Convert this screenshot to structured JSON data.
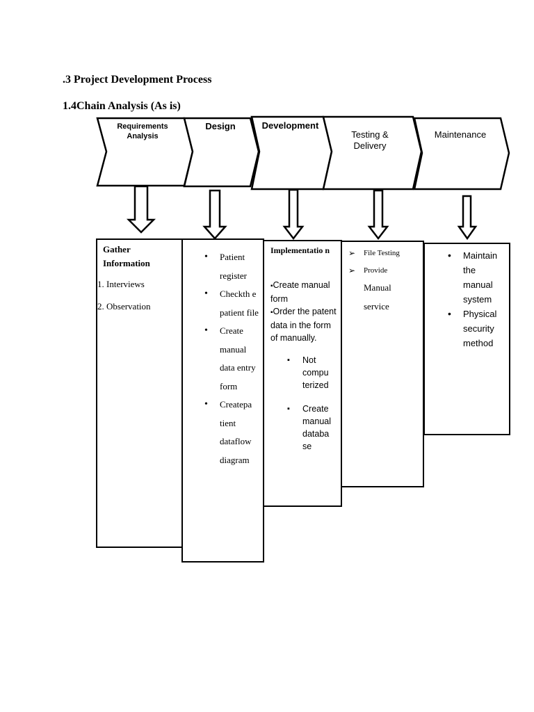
{
  "headings": {
    "section": ".3 Project Development Process",
    "subsection": "1.4Chain Analysis (As is)"
  },
  "stages": [
    {
      "label": "Requirements Analysis"
    },
    {
      "label": "Design"
    },
    {
      "label": "Development"
    },
    {
      "label": "Testing & Delivery"
    },
    {
      "label": "Maintenance"
    }
  ],
  "boxes": {
    "requirements": {
      "title": "Gather Information",
      "items": [
        "1. Interviews",
        "2. Observation"
      ]
    },
    "design": {
      "items": [
        "Patient register",
        "Checkth e patient file",
        "Create manual data entry form",
        "Createpa tient dataflow diagram"
      ]
    },
    "development": {
      "title": "Implementatio n",
      "items": [
        "Create manual form",
        "Order the patent data in the form of manually."
      ],
      "subitems": [
        "Not compu terized",
        "Create manual databa se"
      ]
    },
    "testing": {
      "items": [
        "File Testing",
        "Provide"
      ],
      "extra": "Manual service"
    },
    "maintenance": {
      "items": [
        "Maintain the manual system",
        "Physical security method"
      ]
    }
  }
}
